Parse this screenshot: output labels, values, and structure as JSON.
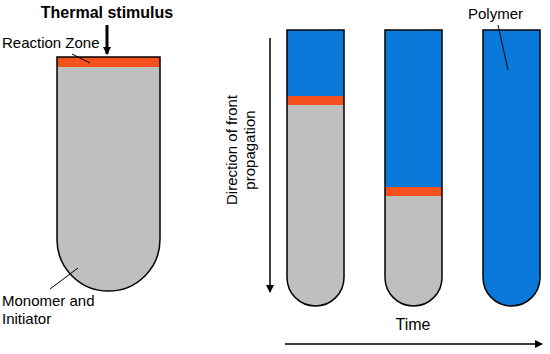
{
  "diagram": {
    "labels": [
      "Thermal stimulus",
      "Reaction Zone",
      "Polymer",
      "Monomer and Initiator",
      "Direction of front propagation",
      "Time"
    ]
  }
}
